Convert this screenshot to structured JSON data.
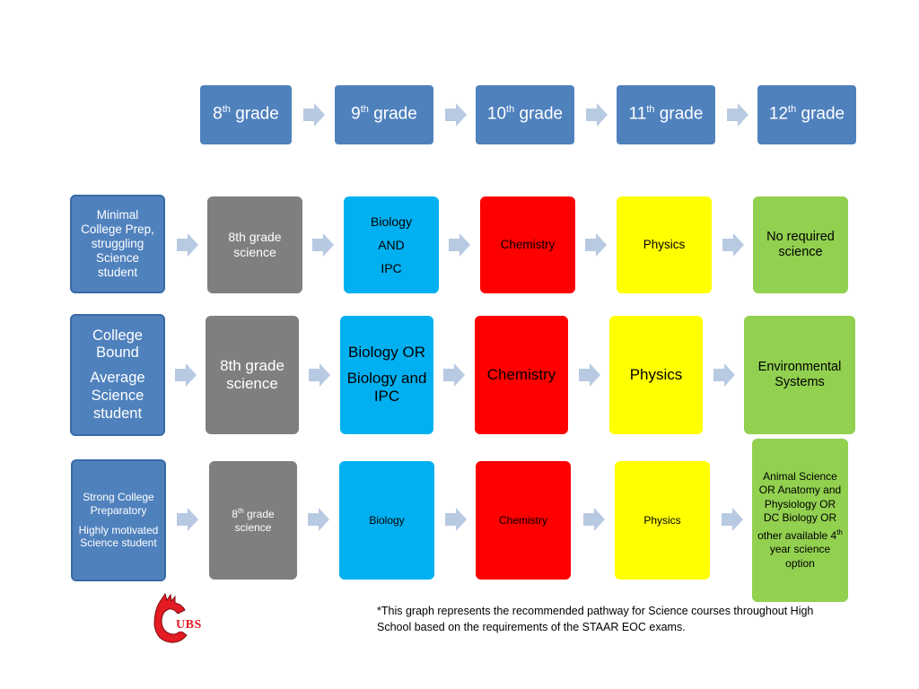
{
  "headers": [
    {
      "num": "8",
      "sup": "th",
      "rest": " grade"
    },
    {
      "num": "9",
      "sup": "th",
      "rest": " grade"
    },
    {
      "num": "10",
      "sup": "th",
      "rest": " grade"
    },
    {
      "num": "11",
      "sup": "th",
      "rest": " grade"
    },
    {
      "num": "12",
      "sup": "th",
      "rest": " grade"
    }
  ],
  "row1": {
    "label": "Minimal College Prep, struggling Science student",
    "grade8": "8th grade science",
    "grade9": [
      "Biology",
      "AND",
      "IPC"
    ],
    "grade10": "Chemistry",
    "grade11": "Physics",
    "grade12": "No required science"
  },
  "row2": {
    "label": [
      "College Bound",
      "Average Science student"
    ],
    "grade8": "8th grade science",
    "grade9": [
      "Biology OR",
      "Biology and IPC"
    ],
    "grade10": "Chemistry",
    "grade11": "Physics",
    "grade12": "Environmental Systems"
  },
  "row3": {
    "label": [
      "Strong College Preparatory",
      "Highly motivated Science student"
    ],
    "grade8": {
      "num": "8",
      "sup": "th",
      "rest": " grade science"
    },
    "grade9": "Biology",
    "grade10": "Chemistry",
    "grade11": "Physics",
    "grade12": {
      "pre": "Animal Science OR Anatomy and Physiology OR DC Biology OR other available 4",
      "sup": "th",
      "post": " year science option"
    }
  },
  "note": "*This graph represents the recommended pathway for Science courses throughout High School based on the requirements of the STAAR EOC exams.",
  "logo_text": "UBS",
  "colors": {
    "header_blue": "#4f81bd",
    "gray": "#7f7f7f",
    "cyan": "#00b0f0",
    "red": "#ff0000",
    "yellow": "#ffff00",
    "green": "#92d050",
    "arrow": "#b8c9e2",
    "logo_red": "#e31b23"
  }
}
